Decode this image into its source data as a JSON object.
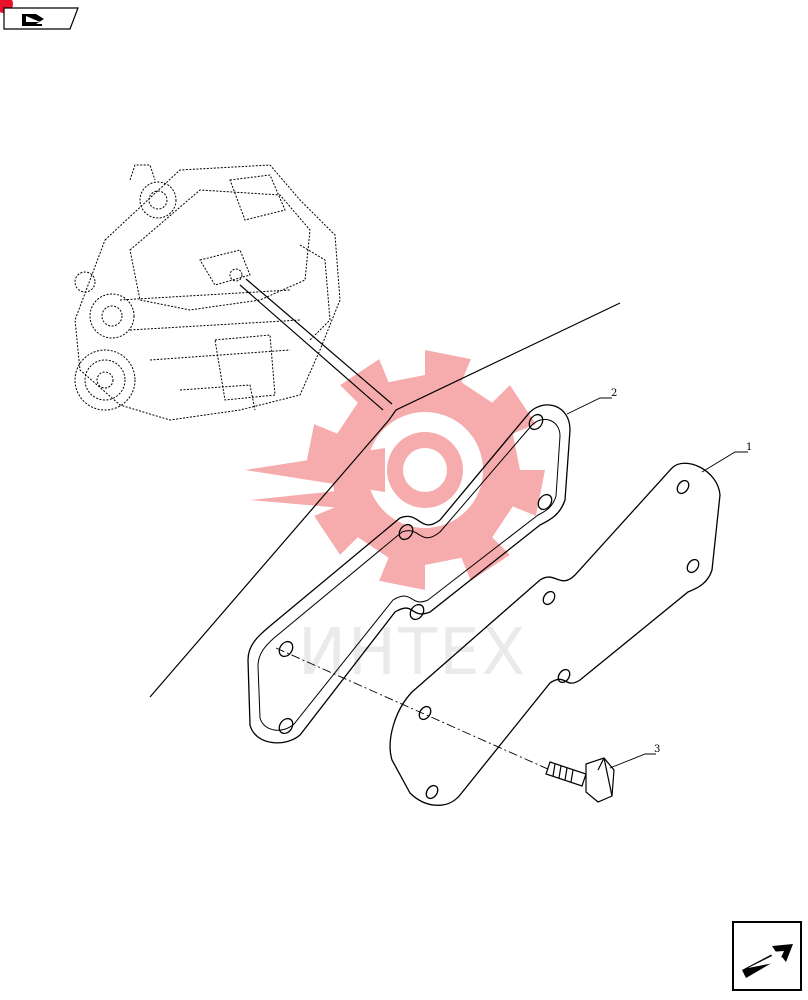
{
  "header": {
    "nav_icon": "book-arrow-icon"
  },
  "watermark": {
    "text": "ИНТЕХ",
    "color": "#f06a6a",
    "text_color": "#e6e6e6"
  },
  "parts": [
    {
      "callout": "1",
      "part": "plate"
    },
    {
      "callout": "2",
      "part": "gasket"
    },
    {
      "callout": "3",
      "part": "bolt"
    }
  ],
  "footer": {
    "nav_icon": "next-page-arrow-icon"
  },
  "colors": {
    "line": "#000000",
    "accent": "#e8102a"
  }
}
